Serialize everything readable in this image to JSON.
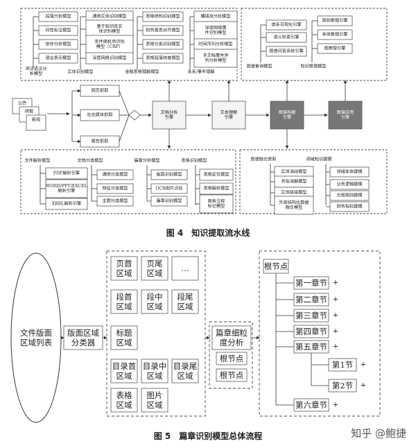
{
  "fig4": {
    "caption": "图 4　知识提取流水线",
    "top_left_items": [
      "段落分析模型",
      "问性标注模型",
      "依存分析模型",
      "语言表示模型",
      "词法语法分析模型",
      "实体识别模型",
      "通用实体识别模型",
      "基于知识库实体识别模型",
      "条件随机场识别模型（CRF）",
      "深度网络识别模型",
      "表格结构识别模型",
      "财务报表对齐模型",
      "表格分类识别模型",
      "表格段落核查模型",
      "金融表格理解模型",
      "槽填充分析模型",
      "深度网络事件识别模型",
      "时间序列分析模型",
      "多文档事件序列分析模型",
      "关系/事件理解"
    ],
    "top_right_items": [
      "谱系可视化引擎",
      "语义检索引擎",
      "图谱问答系统引擎",
      "图谱查询模型",
      "规则推理引擎",
      "本体推理引擎",
      "图推理引擎",
      "知识推理模型"
    ],
    "sources": [
      "网页抓取",
      "社交媒体抓取",
      "报告抓取"
    ],
    "docs": [
      "公告",
      "研报",
      "新闻"
    ],
    "engines": [
      "文档分析引擎",
      "文本理解引擎",
      "图谱构建引擎",
      "图谱应用引擎"
    ],
    "bottom_left_items": [
      "文件解析模型",
      "PDF解析引擎",
      "WORD/PPT/EXCEL解析引擎",
      "XBRL解析引擎",
      "文档分类模型",
      "通用分类模型",
      "特征分类模型",
      "主题分类模型",
      "篇章分析模型",
      "版面识别模型",
      "OCR图片识别",
      "篇章识别模型",
      "表格识别模型",
      "表格定位模型",
      "表格解析模型",
      "图表注释标记模型"
    ],
    "bottom_right_items": [
      "图谱融合更新",
      "实体消歧模型",
      "共指消解模型",
      "实体链接模型",
      "外部结构化数据融合模型",
      "领域知识建模",
      "领域本体建模",
      "业务逻辑建模",
      "合规规则建模",
      "财务指标建模"
    ]
  },
  "fig5": {
    "caption": "图 5　篇章识别模型总体流程",
    "input": "文件版面区域列表",
    "classifier": "版面区域分类器",
    "regions": [
      "页首区域",
      "页尾区域",
      "…",
      "段首区域",
      "段中区域",
      "段尾区域",
      "标题区域",
      "目录首区域",
      "目录中区域",
      "目录尾区域",
      "表格区域",
      "图片区域"
    ],
    "analysis": "篇章细粒度分析",
    "root_node_btn": "根节点",
    "root": "根节点",
    "chapters": [
      "第一章节",
      "第二章节",
      "第三章节",
      "第四章节",
      "第五章节",
      "第六章节"
    ],
    "sections": [
      "第1节",
      "第2节"
    ],
    "plus": "+"
  },
  "watermark": "知乎 @鲍捷"
}
